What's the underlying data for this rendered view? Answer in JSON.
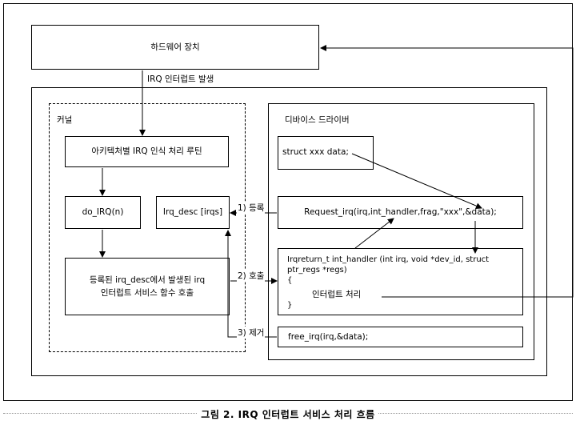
{
  "hardware": {
    "label": "하드웨어 장치"
  },
  "irq_label": "IRQ 인터럽트 발생",
  "kernel": {
    "title": "커널",
    "arch_routine": "아키텍처별 IRQ 인식 처리 루틴",
    "do_irq": "do_IRQ(n)",
    "irq_desc": "Irq_desc [irqs]",
    "service_line1": "등록된 irq_desc에서 발생된 irq",
    "service_line2": "인터럽트 서비스 함수 호출"
  },
  "driver": {
    "title": "디바이스 드라이버",
    "struct": "struct xxx data;",
    "request": "Request_irq(irq,int_handler,frag,\"xxx\",&data);",
    "handler_line1": "Irqreturn_t int_handler (int irq, void *dev_id, struct",
    "handler_line2": "ptr_regs *regs)",
    "handler_open": "{",
    "handler_body": "인터럽트 처리",
    "handler_close": "}",
    "free": "free_irq(irq,&data);"
  },
  "arrows": {
    "register": "1) 등록",
    "call": "2) 호출",
    "remove": "3) 제거"
  },
  "caption": "그림 2. IRQ 인터럽트 서비스 처리 흐름"
}
